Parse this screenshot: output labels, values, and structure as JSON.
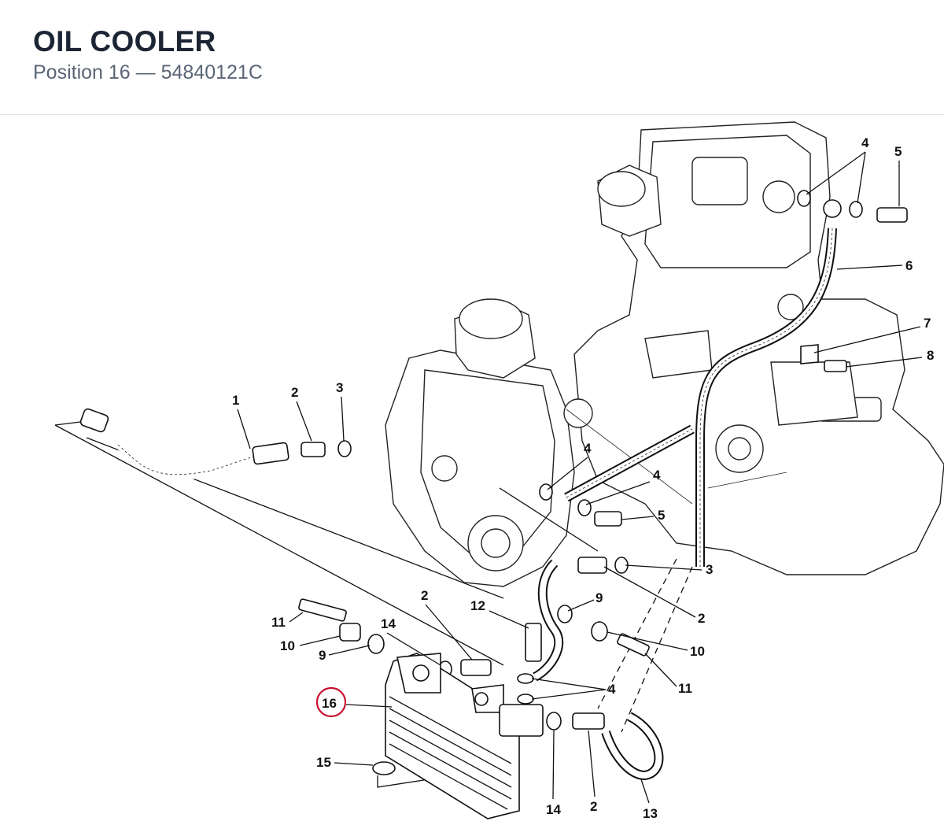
{
  "header": {
    "title": "OIL COOLER",
    "subtitle": "Position 16 — 54840121C"
  },
  "diagram": {
    "highlight_color": "#c8102e",
    "callouts": {
      "c1": "1",
      "c2a": "2",
      "c3a": "3",
      "c4a": "4",
      "c5a": "5",
      "c6": "6",
      "c7": "7",
      "c8": "8",
      "c4b": "4",
      "c4c": "4",
      "c5b": "5",
      "c3b": "3",
      "c2b": "2",
      "c9a": "9",
      "c10a": "10",
      "c11a": "11",
      "c2c": "2",
      "c12": "12",
      "c11b": "11",
      "c10b": "10",
      "c9b": "9",
      "c14a": "14",
      "c4d": "4",
      "c16": "16",
      "c15": "15",
      "c14b": "14",
      "c2d": "2",
      "c13": "13"
    }
  }
}
